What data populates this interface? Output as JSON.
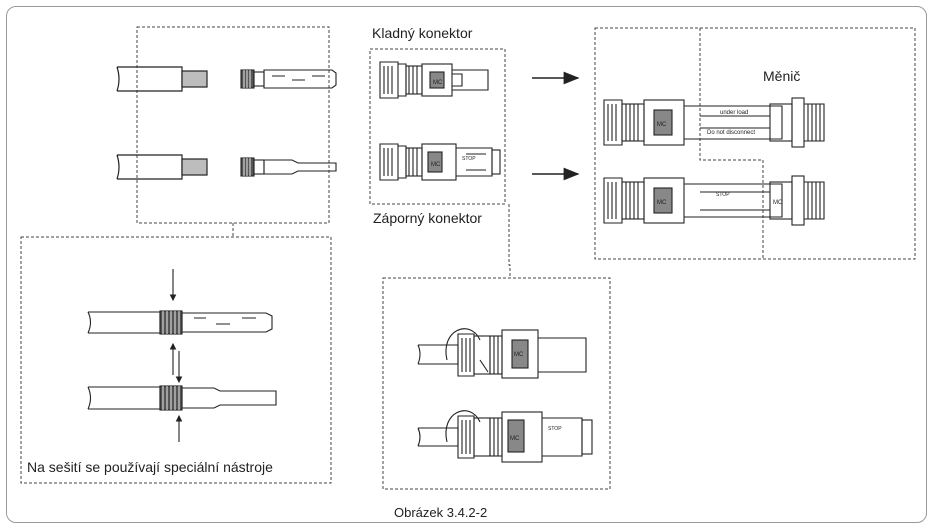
{
  "labels": {
    "positive_connector": "Kladný konektor",
    "negative_connector": "Záporný konektor",
    "inverter": "Měnič",
    "special_tools": "Na sešití se používají speciální nástroje",
    "caption": "Obrázek 3.4.2-2"
  },
  "connector_marks": {
    "brand": "MC",
    "stop": "STOP",
    "do_not_disconnect": "Do not disconnect",
    "under_load": "under load"
  },
  "colors": {
    "stroke": "#222222",
    "dashed_border": "#444444",
    "frame": "#9a9a9a",
    "metal": "#bdbdbd"
  }
}
